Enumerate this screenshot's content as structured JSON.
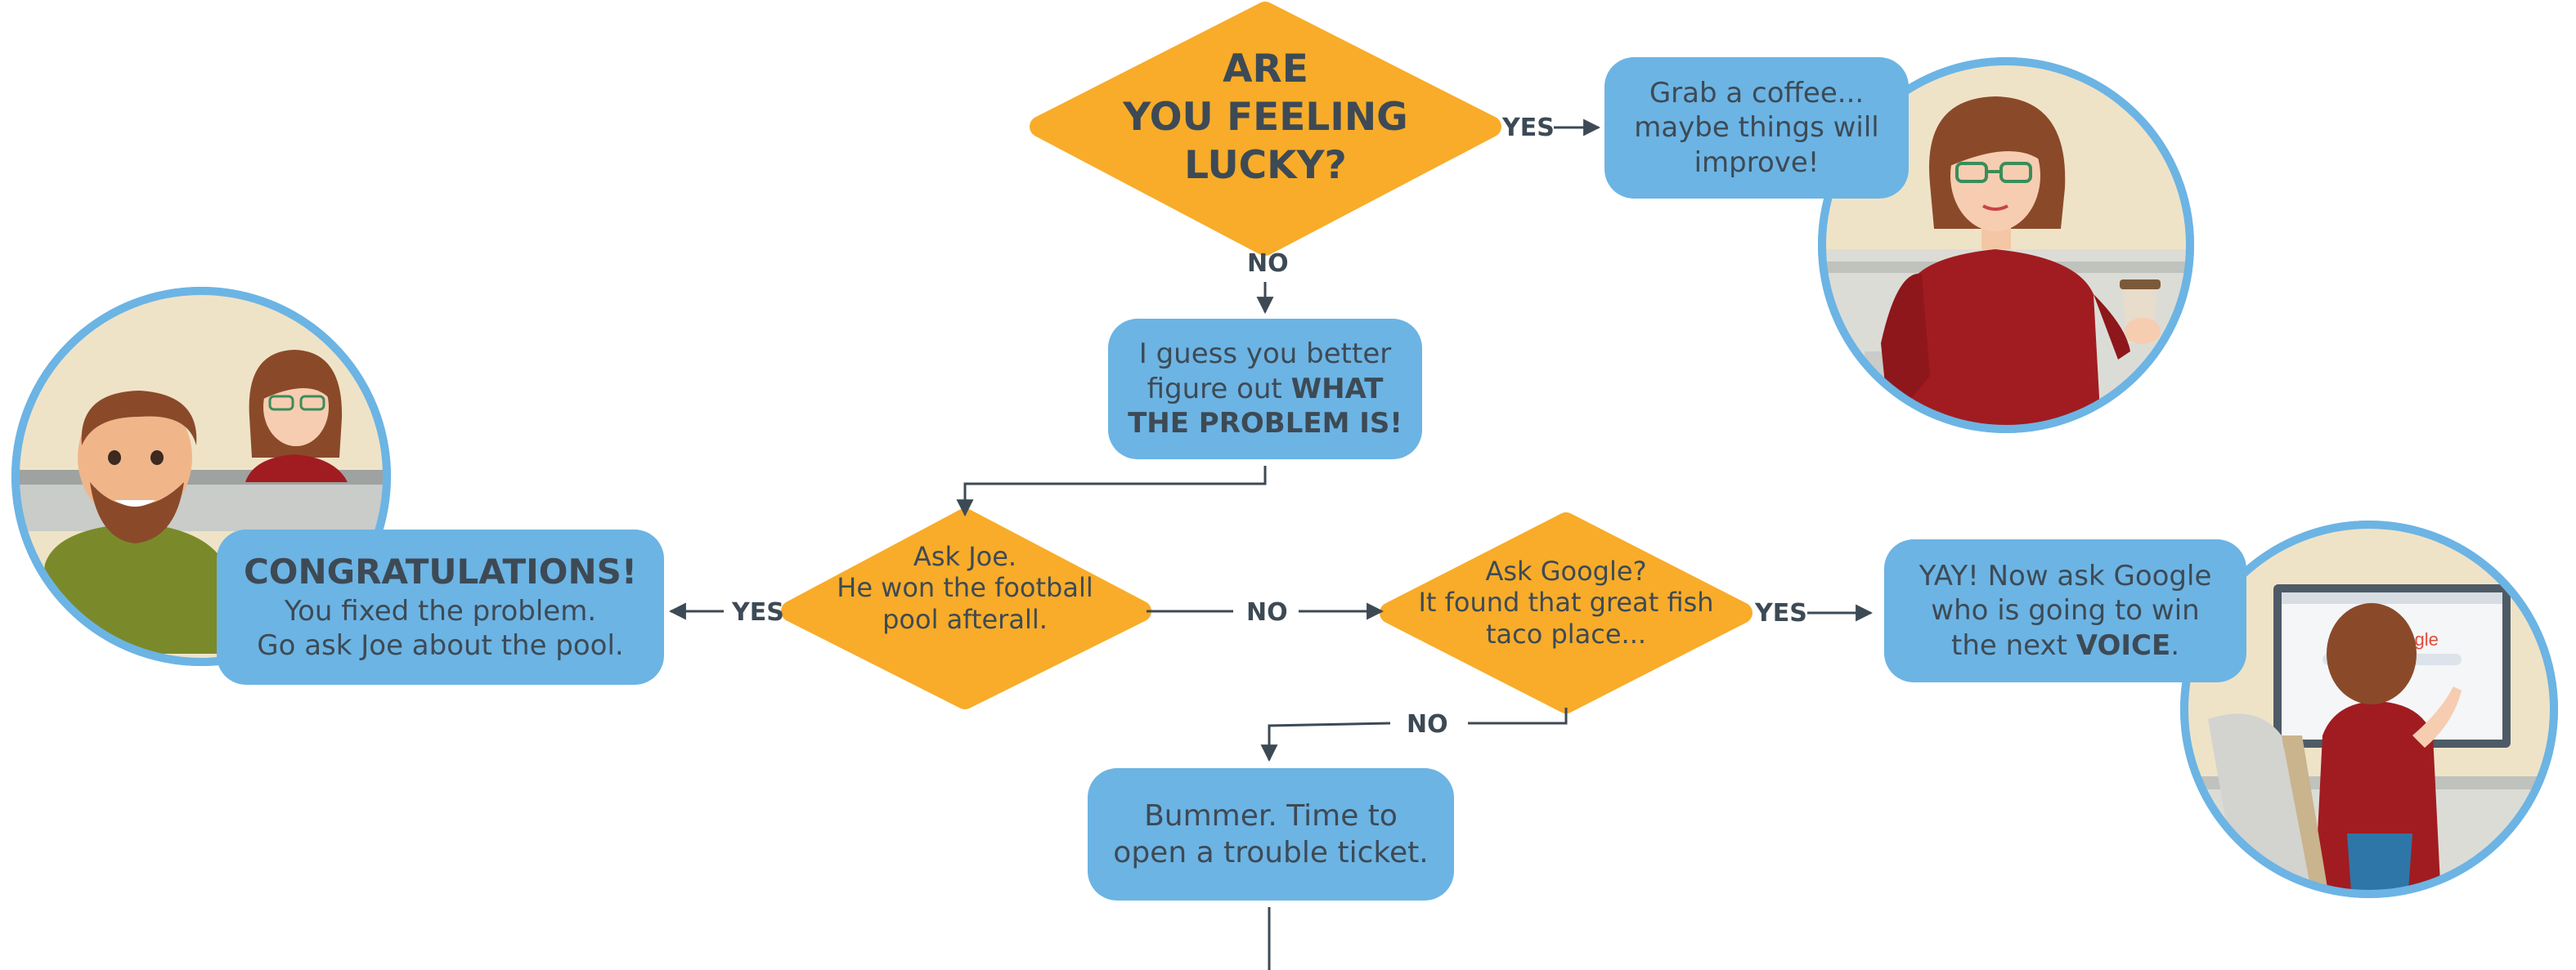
{
  "colors": {
    "diamond": "#f8ac29",
    "box": "#6cb4e4",
    "text": "#3d4a55",
    "connector": "#3d4a55"
  },
  "nodes": {
    "lucky": {
      "line1": "ARE",
      "line2": "YOU FEELING",
      "line3": "LUCKY?"
    },
    "coffee": {
      "line1": "Grab a coffee...",
      "line2": "maybe things will",
      "line3": "improve!"
    },
    "problem": {
      "line1": "I guess you better",
      "line2_plain": "figure out ",
      "line2_bold": "WHAT",
      "line3": "THE PROBLEM IS!"
    },
    "joe": {
      "line1": "Ask Joe.",
      "line2": "He won the football",
      "line3": "pool afterall."
    },
    "google": {
      "line1": "Ask Google?",
      "line2": "It found that great fish",
      "line3": "taco place..."
    },
    "congrats": {
      "title": "CONGRATULATIONS!",
      "line1": "You fixed the problem.",
      "line2": "Go ask Joe about the pool."
    },
    "yay": {
      "line1": "YAY! Now ask Google",
      "line2": "who is going to win",
      "line3_plain": "the next ",
      "line3_bold": "VOICE",
      "line3_end": "."
    },
    "bummer": {
      "line1": "Bummer. Time to",
      "line2": "open a trouble ticket."
    }
  },
  "edge_labels": {
    "lucky_yes": "YES",
    "lucky_no": "NO",
    "joe_yes": "YES",
    "joe_no": "NO",
    "google_yes": "YES",
    "google_no": "NO"
  },
  "illustrations": {
    "woman_coffee": "woman-with-coffee-illustration",
    "man_woman": "man-and-woman-illustration",
    "woman_computer": "woman-at-computer-illustration",
    "search_logo_text": "oogle"
  }
}
